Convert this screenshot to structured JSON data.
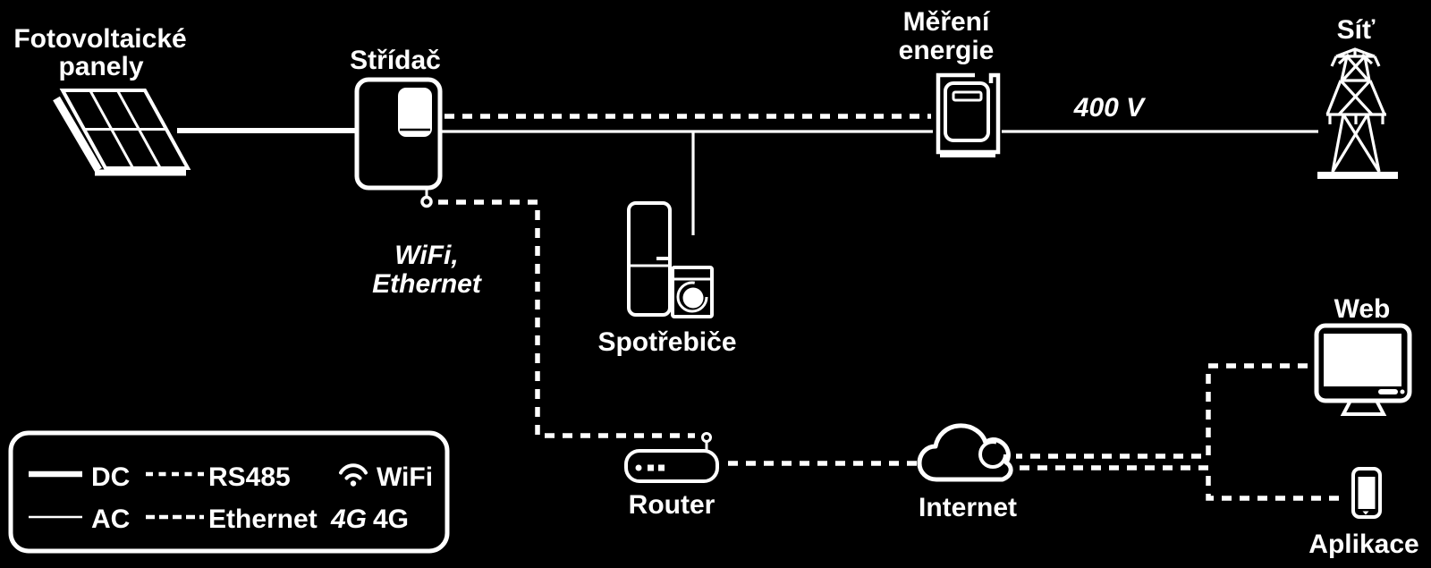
{
  "colors": {
    "background": "#000000",
    "foreground": "#ffffff"
  },
  "nodes": {
    "panels": {
      "line1": "Fotovoltaické",
      "line2": "panely"
    },
    "inverter": {
      "label": "Střídač"
    },
    "meter": {
      "line1": "Měření",
      "line2": "energie"
    },
    "grid": {
      "label": "Síť"
    },
    "appliances": {
      "label": "Spotřebiče"
    },
    "router": {
      "label": "Router"
    },
    "internet": {
      "label": "Internet"
    },
    "web": {
      "label": "Web"
    },
    "app": {
      "label": "Aplikace"
    }
  },
  "annotations": {
    "voltage": "400 V",
    "comms_line1": "WiFi,",
    "comms_line2": "Ethernet"
  },
  "legend": {
    "dc": "DC",
    "rs485": "RS485",
    "wifi": "WiFi",
    "ac": "AC",
    "ethernet": "Ethernet",
    "g4_icon": "4G",
    "g4": "4G"
  },
  "icons": [
    "solar-panel-icon",
    "inverter-icon",
    "energy-meter-icon",
    "grid-tower-icon",
    "fridge-icon",
    "washing-machine-icon",
    "router-icon",
    "cloud-icon",
    "monitor-icon",
    "smartphone-icon",
    "wifi-icon",
    "4g-icon"
  ]
}
